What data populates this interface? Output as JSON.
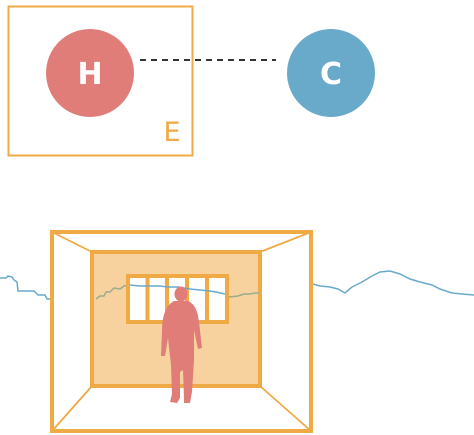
{
  "top_diagram": {
    "node_h": {
      "label": "H",
      "color": "#e07d78"
    },
    "node_c": {
      "label": "C",
      "color": "#69aacb"
    },
    "box_label": "E",
    "box_color": "#efaa45",
    "connector_style": "dashed"
  },
  "illustration": {
    "room_frame_color": "#efaa45",
    "back_wall_color": "#f8d29e",
    "window_color": "#efaa45",
    "person_color": "#e07d78",
    "line_color": "#69aacb",
    "line_inside_color": "#9aab8e"
  }
}
